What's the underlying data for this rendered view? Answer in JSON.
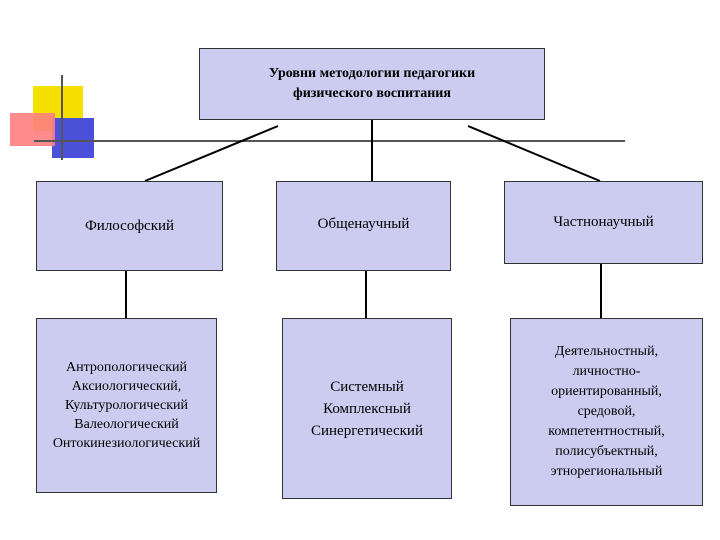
{
  "title": {
    "lines": [
      "Уровни методологии педагогики",
      "физического воспитания"
    ]
  },
  "levels": [
    {
      "label": "Философский",
      "items": [
        "Антропологический",
        "Аксиологический,",
        "Культурологический",
        "Валеологический",
        "Онтокинезиологический"
      ]
    },
    {
      "label": "Общенаучный",
      "items": [
        "Системный",
        "Комплексный",
        "Синергетический"
      ]
    },
    {
      "label": "Частнонаучный",
      "items": [
        "Деятельностный,",
        "личностно-",
        "ориентированный,",
        "средовой,",
        "компетентностный,",
        "полисубъектный,",
        "этнорегиональный"
      ]
    }
  ],
  "colors": {
    "box_fill": "#ccccf0",
    "box_border": "#333333",
    "connector": "#000000",
    "deco_yellow": "#f5e000",
    "deco_red": "#e63a3a",
    "deco_blue": "#4a50d8"
  }
}
